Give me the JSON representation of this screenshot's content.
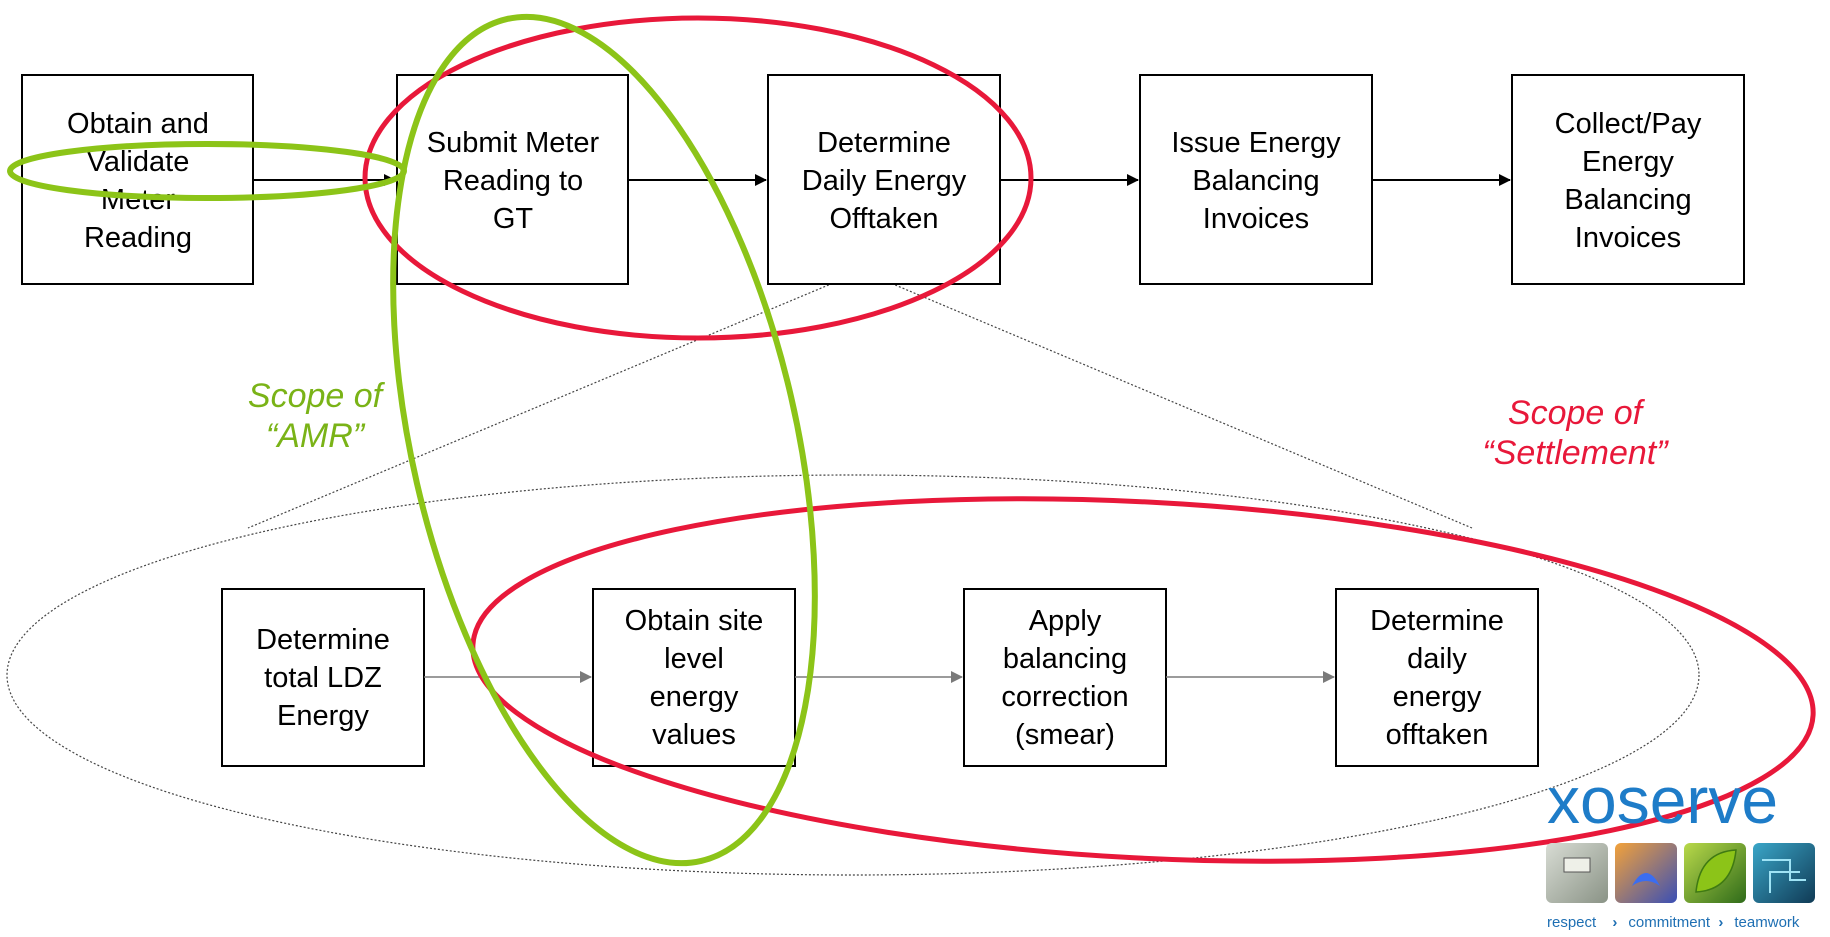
{
  "top_row": [
    {
      "id": "obtain-validate",
      "lines": [
        "Obtain and",
        "Validate",
        "Meter",
        "Reading"
      ]
    },
    {
      "id": "submit-reading",
      "lines": [
        "Submit Meter",
        "Reading to",
        "GT"
      ]
    },
    {
      "id": "determine-daily",
      "lines": [
        "Determine",
        "Daily Energy",
        "Offtaken"
      ]
    },
    {
      "id": "issue-invoices",
      "lines": [
        "Issue Energy",
        "Balancing",
        "Invoices"
      ]
    },
    {
      "id": "collect-pay",
      "lines": [
        "Collect/Pay",
        "Energy",
        "Balancing",
        "Invoices"
      ]
    }
  ],
  "bottom_row": [
    {
      "id": "total-ldz",
      "lines": [
        "Determine",
        "total LDZ",
        "Energy"
      ]
    },
    {
      "id": "site-level",
      "lines": [
        "Obtain site",
        "level",
        "energy",
        "values"
      ]
    },
    {
      "id": "balancing-correction",
      "lines": [
        "Apply",
        "balancing",
        "correction",
        "(smear)"
      ]
    },
    {
      "id": "daily-offtaken",
      "lines": [
        "Determine",
        "daily",
        "energy",
        "offtaken"
      ]
    }
  ],
  "scopes": {
    "amr": {
      "lines": [
        "Scope of",
        "“AMR”"
      ],
      "color": "#7ab317"
    },
    "settlement": {
      "lines": [
        "Scope of",
        "“Settlement”"
      ],
      "color": "#e8183a"
    }
  },
  "logo": {
    "name": "xoserve",
    "tagline": [
      "respect",
      "commitment",
      "teamwork"
    ]
  },
  "colors": {
    "green": "#8cc418",
    "red": "#e8183a",
    "brand_blue": "#1e7cc8"
  }
}
